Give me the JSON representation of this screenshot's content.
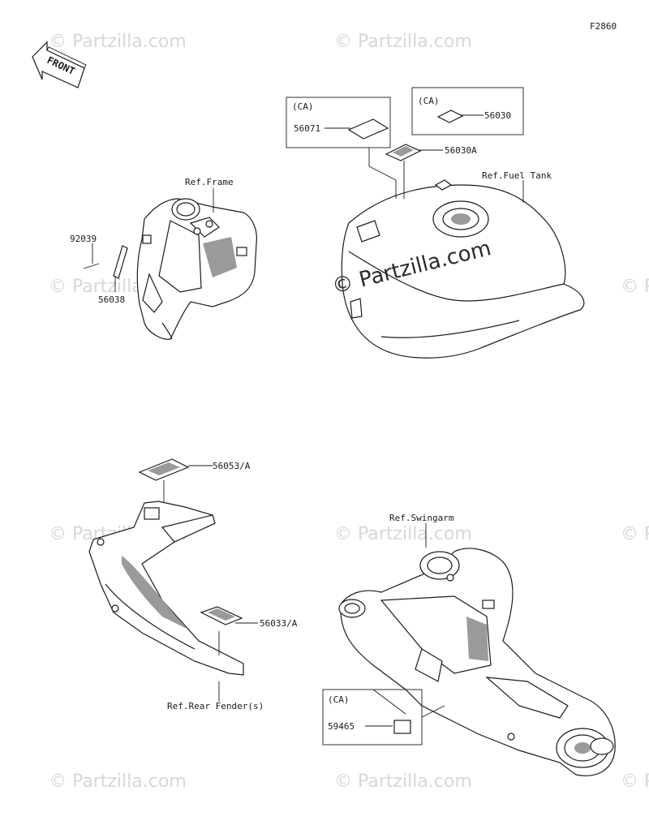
{
  "diagram_code": "F2860",
  "front_arrow_label": "FRONT",
  "watermark_text": "© Partzilla.com",
  "callouts": {
    "ref_frame": "Ref.Frame",
    "part_92039": "92039",
    "part_56038": "56038",
    "ca_56071": "(CA)",
    "part_56071": "56071",
    "ca_56030": "(CA)",
    "part_56030": "56030",
    "part_56030a": "56030A",
    "ref_fuel_tank": "Ref.Fuel Tank",
    "part_56053a": "56053/A",
    "part_56033a": "56033/A",
    "ref_rear_fender": "Ref.Rear Fender(s)",
    "ref_swingarm": "Ref.Swingarm",
    "ca_59465": "(CA)",
    "part_59465": "59465"
  },
  "colors": {
    "line": "#1a1a1a",
    "shade": "#9a9a9a",
    "watermark": "#d7d7d7",
    "background": "#ffffff"
  }
}
